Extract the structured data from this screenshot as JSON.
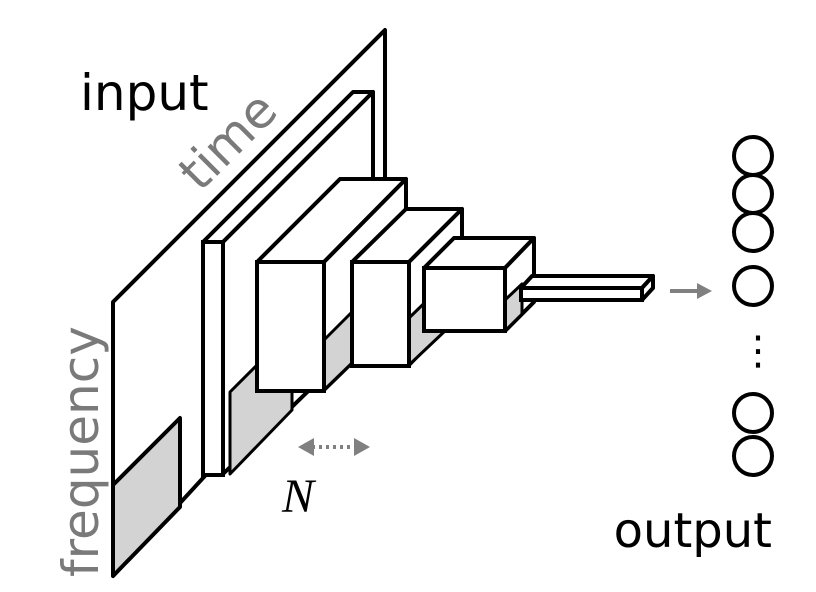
{
  "labels": {
    "input": "input",
    "time": "time",
    "frequency": "frequency",
    "output": "output",
    "n": "N",
    "ellipsis": "⋮"
  },
  "colors": {
    "stroke": "#000000",
    "shade": "#d3d3d3",
    "gray_text": "#7a7a7a",
    "arrow": "#808080"
  },
  "output_nodes": {
    "top_group_count": 4,
    "bottom_group_count": 2
  }
}
